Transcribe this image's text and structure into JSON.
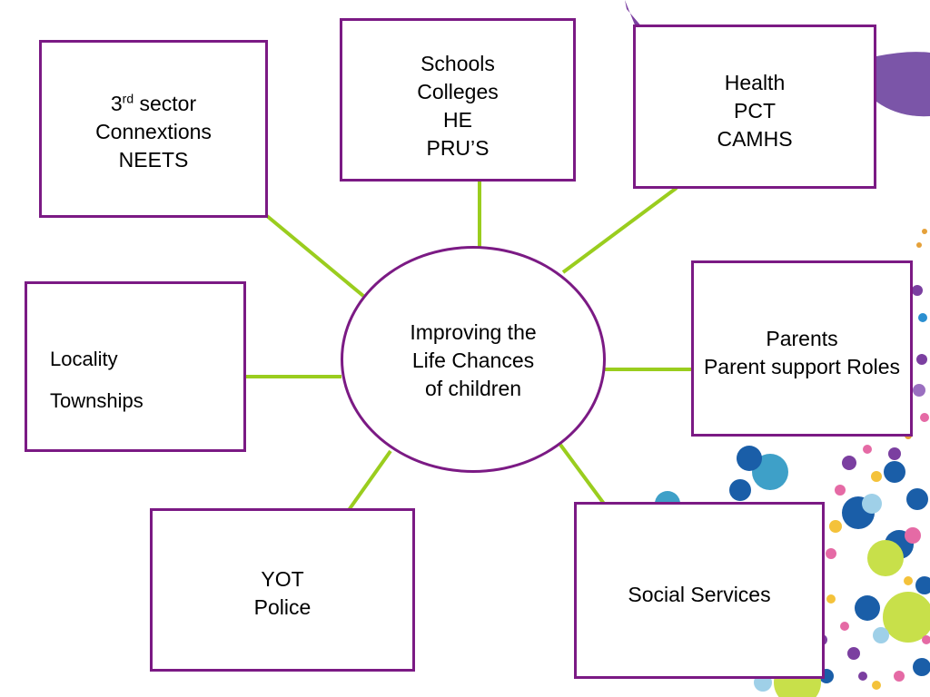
{
  "center": {
    "lines": [
      "Improving  the",
      "Life Chances",
      "of children"
    ]
  },
  "boxes": {
    "third_sector": {
      "base": "3",
      "sup": "rd",
      "rest": " sector",
      "lines": [
        "Connextions",
        "NEETS"
      ]
    },
    "schools": {
      "lines": [
        "Schools",
        "Colleges",
        "HE",
        "PRU’S"
      ]
    },
    "health": {
      "lines": [
        "Health",
        "PCT",
        "CAMHS"
      ]
    },
    "locality": {
      "lines": [
        "Locality",
        "Townships"
      ]
    },
    "parents": {
      "lines": [
        "Parents",
        "Parent support Roles"
      ]
    },
    "yot": {
      "lines": [
        "YOT",
        "Police"
      ]
    },
    "social": {
      "lines": [
        "Social Services"
      ]
    }
  },
  "colors": {
    "border": "#7b1a84",
    "connector": "#9acd1e",
    "decor_blue": "#1a5ea8",
    "decor_lime": "#c8e04a",
    "decor_purple": "#7b3fa0"
  }
}
